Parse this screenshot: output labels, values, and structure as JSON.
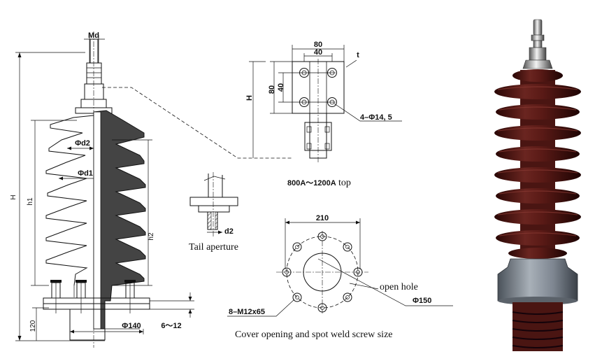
{
  "side_view": {
    "md_label": "Md",
    "h_label": "H",
    "h1_label": "h1",
    "h2_label": "h2",
    "d2_label": "Φd2",
    "d1_label": "Φd1",
    "base_height_label": "120",
    "base_dia_label": "Φ140",
    "gap_label": "6～12"
  },
  "top_terminal": {
    "width_outer_label": "80",
    "width_inner_label": "40",
    "thickness_label": "t",
    "height_outer_label": "80",
    "height_inner_label": "40",
    "h_label": "H",
    "holes_label": "4–Φ14, 5",
    "caption_bold": "800A～1200A",
    "caption_tail": " top"
  },
  "tail": {
    "d2_label": "d2",
    "caption": "Tail aperture"
  },
  "cover": {
    "width_label": "210",
    "open_hole_label": "open hole",
    "bore_label": "Φ150",
    "bolts_label": "8–M12x65",
    "caption": "Cover opening and spot weld screw size"
  },
  "photo": {
    "body_color": "#4a1512",
    "metal_color": "#7d8590"
  }
}
